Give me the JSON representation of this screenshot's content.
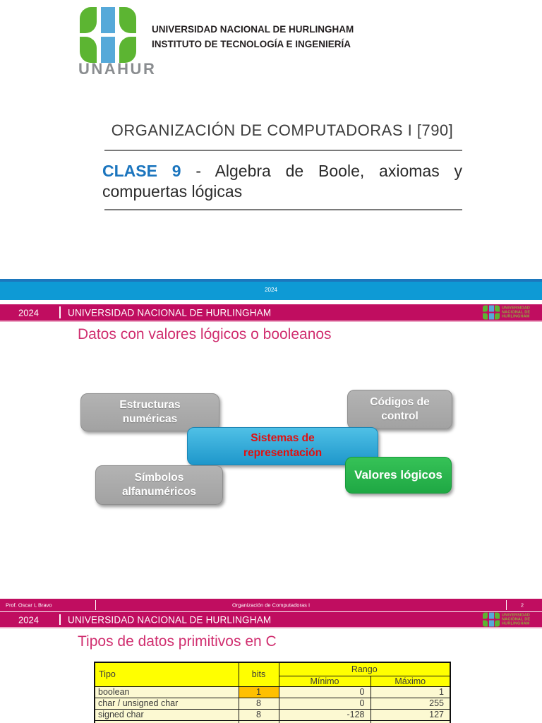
{
  "colors": {
    "magenta_bar": "#c00d60",
    "pink_strip": "#eca8c6",
    "blue_banner": "#0e9ad5",
    "blue_banner_dark": "#1c77bd",
    "clase_blue": "#1b75be",
    "title_pink": "#d02e6f",
    "logo_green": "#5cb532",
    "logo_blue": "#56a9d9",
    "box_gray": "#a8a8a8",
    "box_cyan": "#2fa8d5",
    "box_green": "#2ab04e",
    "table_header_yellow": "#ffff00",
    "table_row_cream": "#fcf9d2",
    "highlight_orange": "#ffc000"
  },
  "slide1": {
    "logo_text": "UNAHUR",
    "org_line1": "UNIVERSIDAD NACIONAL DE HURLINGHAM",
    "org_line2": "INSTITUTO DE TECNOLOGÍA E INGENIERÍA",
    "course_title": "ORGANIZACIÓN DE COMPUTADORAS I [790]",
    "clase_label": "CLASE 9",
    "clase_rest": " - Algebra de Boole, axiomas y compuertas lógicas",
    "banner_year": "2024"
  },
  "slide2": {
    "header": {
      "year": "2024",
      "university": "UNIVERSIDAD NACIONAL DE HURLINGHAM",
      "logo_lines": [
        "UNIVERSIDAD",
        "NACIONAL DE",
        "HURLINGHAM"
      ]
    },
    "title": "Datos con valores lógicos o booleanos",
    "diagram": {
      "estructuras": [
        "Estructuras",
        "numéricas"
      ],
      "codigos": [
        "Códigos de",
        "control"
      ],
      "sistemas": [
        "Sistemas de",
        "representación"
      ],
      "simbolos": [
        "Símbolos",
        "alfanuméricos"
      ],
      "valores": "Valores lógicos"
    },
    "footer": {
      "author": "Prof. Oscar L Bravo",
      "course": "Organización de Computadoras I",
      "page_number": "2"
    }
  },
  "slide3": {
    "header": {
      "year": "2024",
      "university": "UNIVERSIDAD NACIONAL DE HURLINGHAM",
      "logo_lines": [
        "UNIVERSIDAD",
        "NACIONAL DE",
        "HURLINGHAM"
      ]
    },
    "title": "Tipos de datos primitivos en C",
    "table": {
      "col_tipo": "Tipo",
      "col_bits": "bits",
      "col_rango": "Rango",
      "col_min": "Mínimo",
      "col_max": "Máximo",
      "rows": [
        {
          "tipo": "boolean",
          "bits": "1",
          "min": "0",
          "max": "1"
        },
        {
          "tipo": "char / unsigned char",
          "bits": "8",
          "min": "0",
          "max": "255"
        },
        {
          "tipo": "signed char",
          "bits": "8",
          "min": "-128",
          "max": "127"
        }
      ]
    }
  }
}
